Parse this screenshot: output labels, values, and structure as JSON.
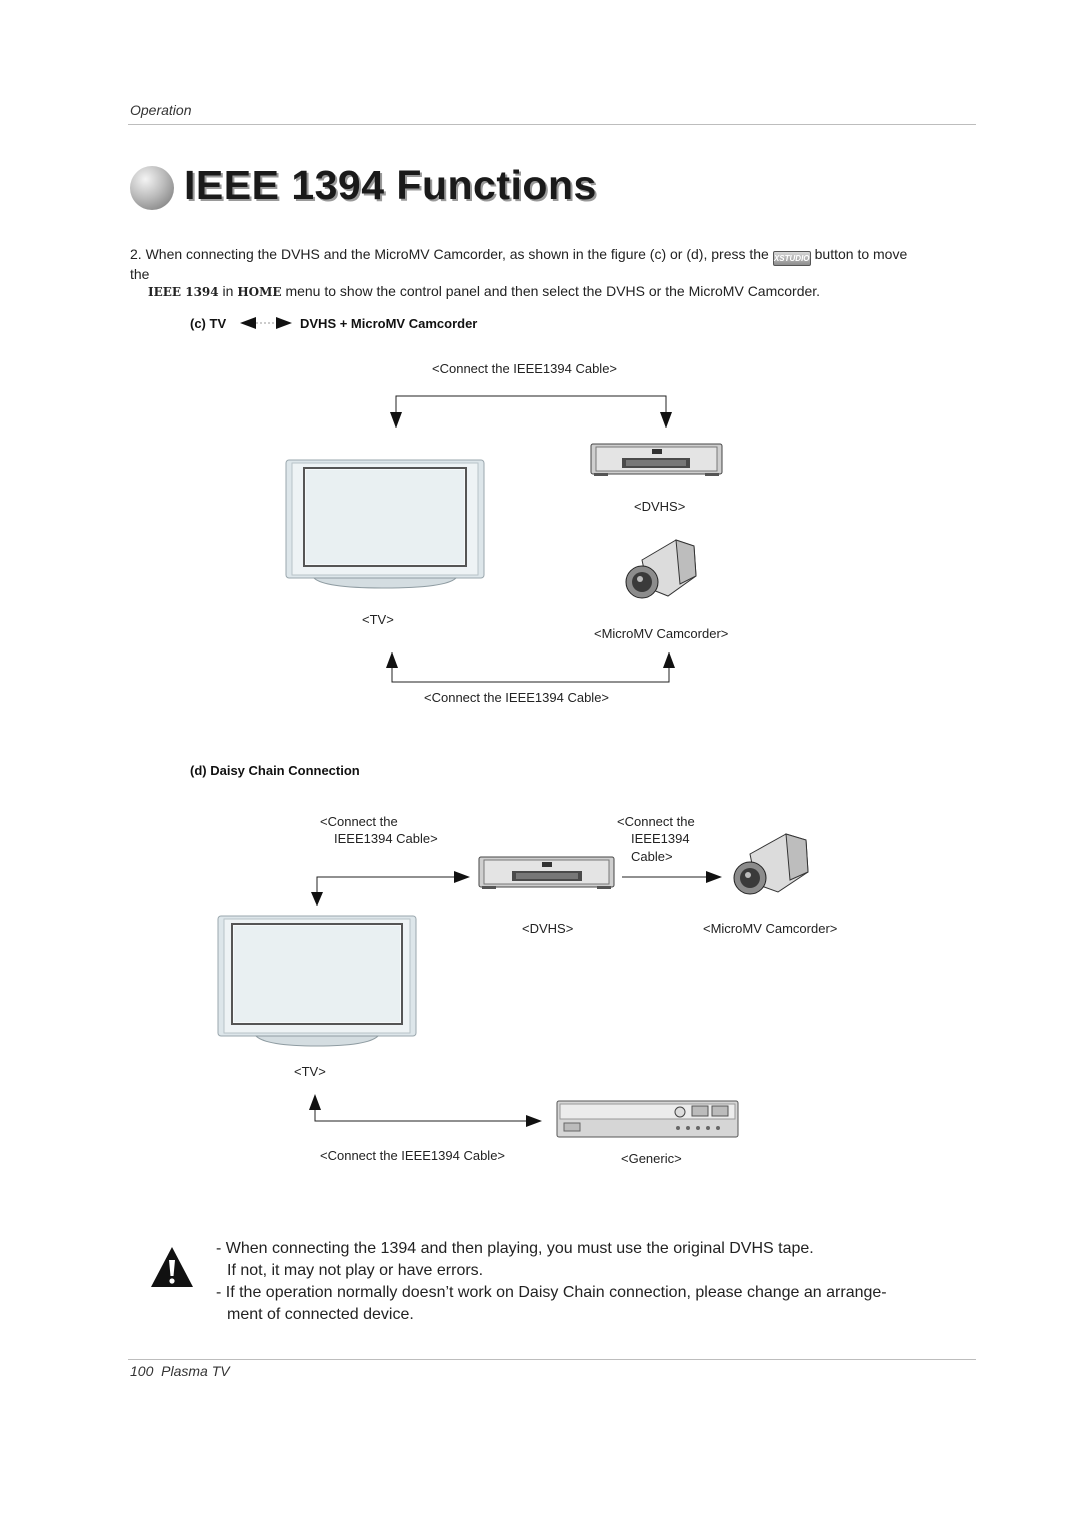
{
  "header": {
    "section": "Operation"
  },
  "title": "IEEE 1394 Functions",
  "intro": {
    "part1": "2. When connecting  the DVHS and the MicroMV Camcorder, as shown in the figure (c) or (d),  press the ",
    "button_icon": "XSTUDIO",
    "part2": " button to move the ",
    "menu_item": "IEEE 1394",
    "part3": " in ",
    "menu_name": "HOME",
    "part4": " menu to show the control panel and then select the DVHS or the MicroMV Camcorder."
  },
  "figure_c": {
    "heading_prefix": "(c) TV",
    "heading_suffix": "DVHS + MicroMV Camcorder",
    "cable_top": "<Connect the IEEE1394 Cable>",
    "dvhs": "<DVHS>",
    "tv": "<TV>",
    "camcorder": "<MicroMV Camcorder>",
    "cable_bottom": "<Connect the IEEE1394 Cable>"
  },
  "figure_d": {
    "heading": "(d) Daisy Chain Connection",
    "cable_left_1": "<Connect the",
    "cable_left_2": "IEEE1394 Cable>",
    "cable_right_1": "<Connect the",
    "cable_right_2": "IEEE1394",
    "cable_right_3": "Cable>",
    "dvhs": "<DVHS>",
    "camcorder": "<MicroMV Camcorder>",
    "tv": "<TV>",
    "cable_bottom": "<Connect the IEEE1394 Cable>",
    "generic": "<Generic>"
  },
  "warnings": {
    "line1": "- When connecting the 1394 and then playing, you must use the original DVHS tape.",
    "line2": "If not, it may not play or have errors.",
    "line3": "- If the operation normally doesn’t work on Daisy Chain connection, please change an arrange-",
    "line4": "ment of connected device."
  },
  "footer": {
    "page_number": "100",
    "label": "Plasma TV"
  },
  "icons": [
    "warning-triangle-icon",
    "xstudio-button-icon",
    "tv-icon",
    "dvhs-icon",
    "camcorder-icon",
    "generic-device-icon"
  ]
}
